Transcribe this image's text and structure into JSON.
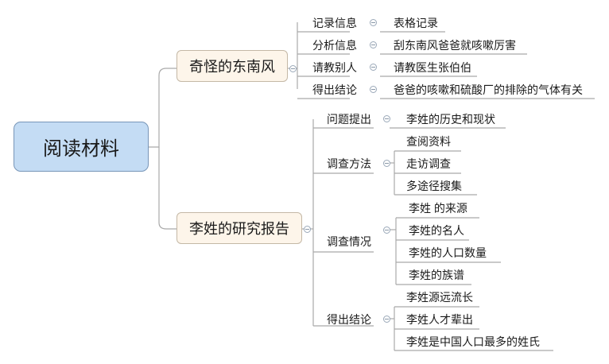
{
  "root": {
    "label": "阅读材料"
  },
  "branches": [
    {
      "label": "奇怪的东南风",
      "items": [
        {
          "label": "记录信息",
          "detail": "表格记录"
        },
        {
          "label": "分析信息",
          "detail": "刮东南风爸爸就咳嗽厉害"
        },
        {
          "label": "请教别人",
          "detail": "请教医生张伯伯"
        },
        {
          "label": "得出结论",
          "detail": "爸爸的咳嗽和硫酸厂的排除的气体有关"
        }
      ]
    },
    {
      "label": "李姓的研究报告",
      "items": [
        {
          "label": "问题提出",
          "details": [
            "李姓的历史和现状"
          ]
        },
        {
          "label": "调查方法",
          "details": [
            "查阅资料",
            "走访调查",
            "多途径搜集"
          ]
        },
        {
          "label": "调查情况",
          "details": [
            "李姓 的来源",
            "李姓的名人",
            "李姓的人口数量",
            "李姓的族谱"
          ]
        },
        {
          "label": "得出结论",
          "details": [
            "李姓源远流长",
            "李姓人才辈出",
            "李姓是中国人口最多的姓氏"
          ]
        }
      ]
    }
  ]
}
